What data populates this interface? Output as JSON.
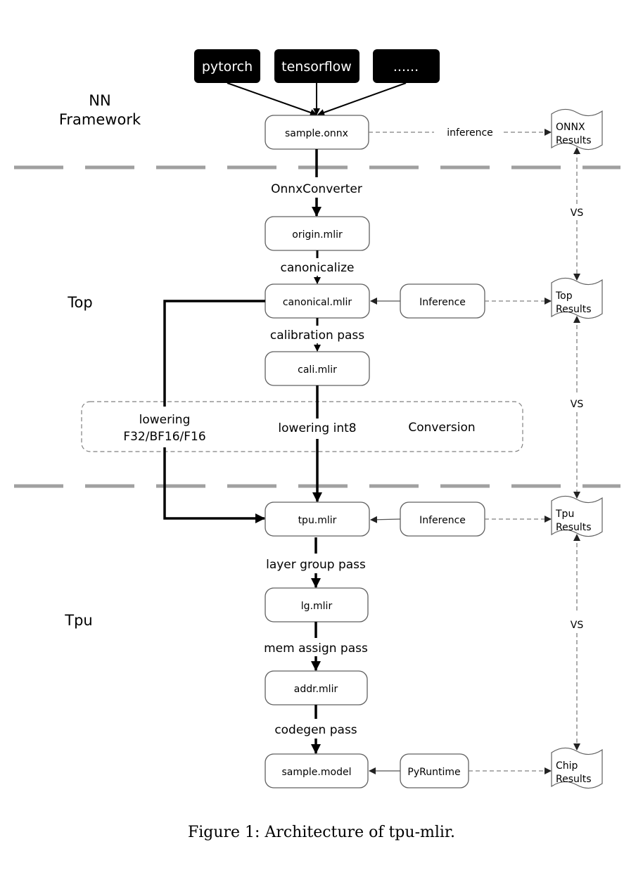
{
  "figure": {
    "caption": "Figure 1: Architecture of tpu-mlir."
  },
  "layers": {
    "nn_framework_line1": "NN",
    "nn_framework_line2": "Framework",
    "top": "Top",
    "tpu": "Tpu"
  },
  "frameworks": [
    "pytorch",
    "tensorflow",
    "......"
  ],
  "nodes": {
    "sample_onnx": "sample.onnx",
    "origin_mlir": "origin.mlir",
    "canonical_mlir": "canonical.mlir",
    "cali_mlir": "cali.mlir",
    "tpu_mlir": "tpu.mlir",
    "lg_mlir": "lg.mlir",
    "addr_mlir": "addr.mlir",
    "sample_model": "sample.model",
    "inference_top": "Inference",
    "inference_tpu": "Inference",
    "pyruntime": "PyRuntime"
  },
  "edges": {
    "onnx_converter": "OnnxConverter",
    "canonicalize": "canonicalize",
    "calibration_pass": "calibration pass",
    "lowering_float_line1": "lowering",
    "lowering_float_line2": "F32/BF16/F16",
    "lowering_int8": "lowering int8",
    "layer_group_pass": "layer group pass",
    "mem_assign_pass": "mem  assign pass",
    "codegen_pass": "codegen pass",
    "inference": "inference"
  },
  "conversion_group": "Conversion",
  "results": {
    "onnx": [
      "ONNX",
      "Results"
    ],
    "top": [
      "Top",
      "Results"
    ],
    "tpu": [
      "Tpu",
      "Results"
    ],
    "chip": [
      "Chip",
      "Results"
    ]
  },
  "compare_labels": [
    "VS",
    "VS",
    "VS"
  ],
  "colors": {
    "black": "#000000",
    "separator": "#a0a0a0",
    "box_border": "#606060",
    "dashed": "#808080"
  }
}
